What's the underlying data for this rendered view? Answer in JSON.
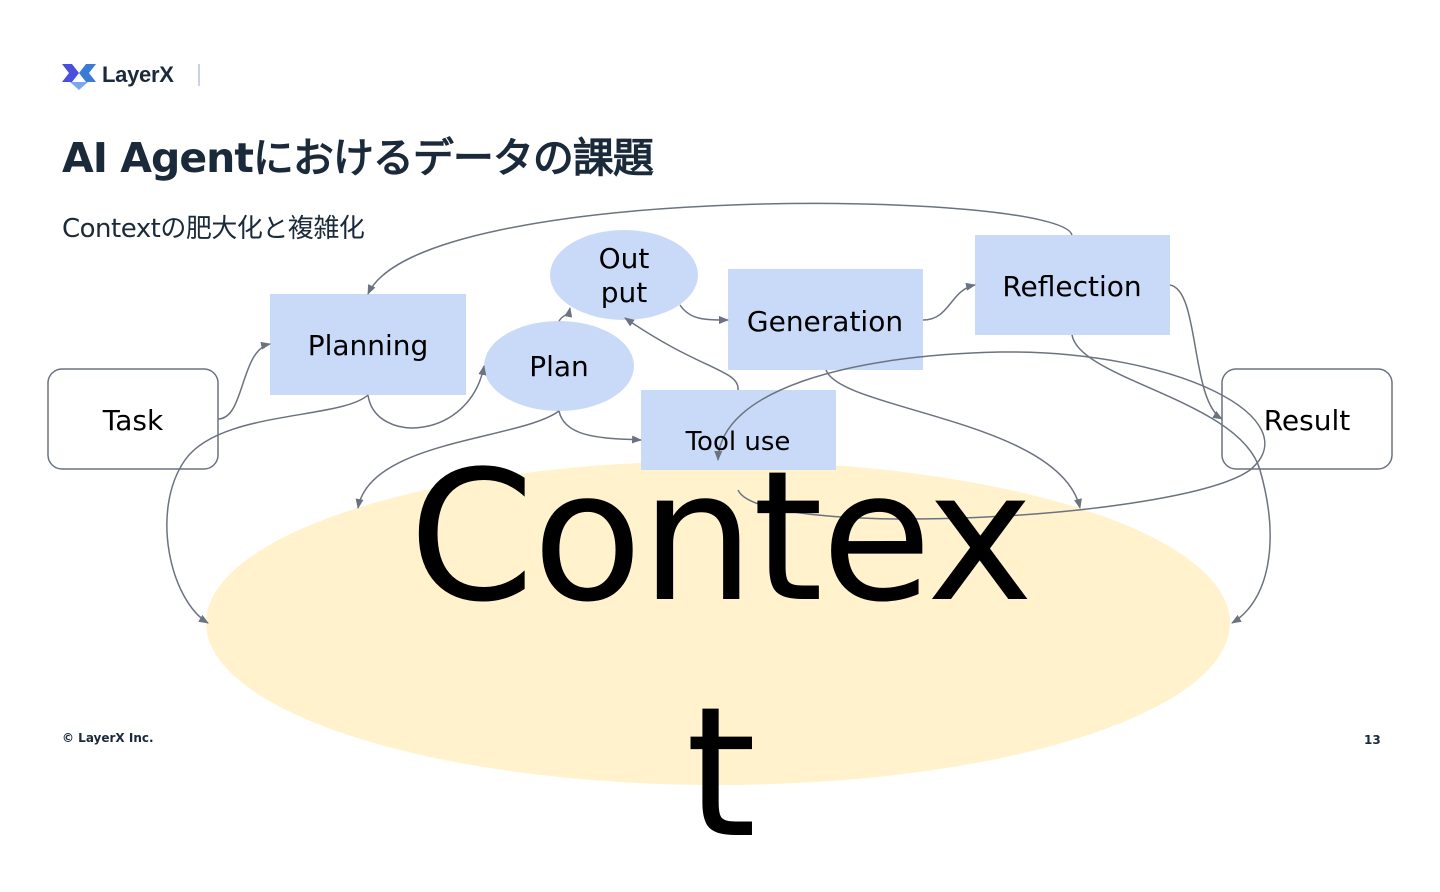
{
  "brand": {
    "name": "LayerX"
  },
  "slide": {
    "title": "AI Agentにおけるデータの課題",
    "subtitle": "Contextの肥大化と複雑化",
    "copyright": "© LayerX Inc.",
    "page_number": "13"
  },
  "diagram": {
    "nodes": {
      "task": "Task",
      "planning": "Planning",
      "plan": "Plan",
      "output_line1": "Out",
      "output_line2": "put",
      "generation": "Generation",
      "reflection": "Reflection",
      "tool_use": "Tool use",
      "result": "Result",
      "context": "Context"
    },
    "colors": {
      "box_fill": "#c9daf8",
      "context_fill": "#fff2cc",
      "outline": "#6b7280",
      "arrow": "#6b7280"
    }
  }
}
